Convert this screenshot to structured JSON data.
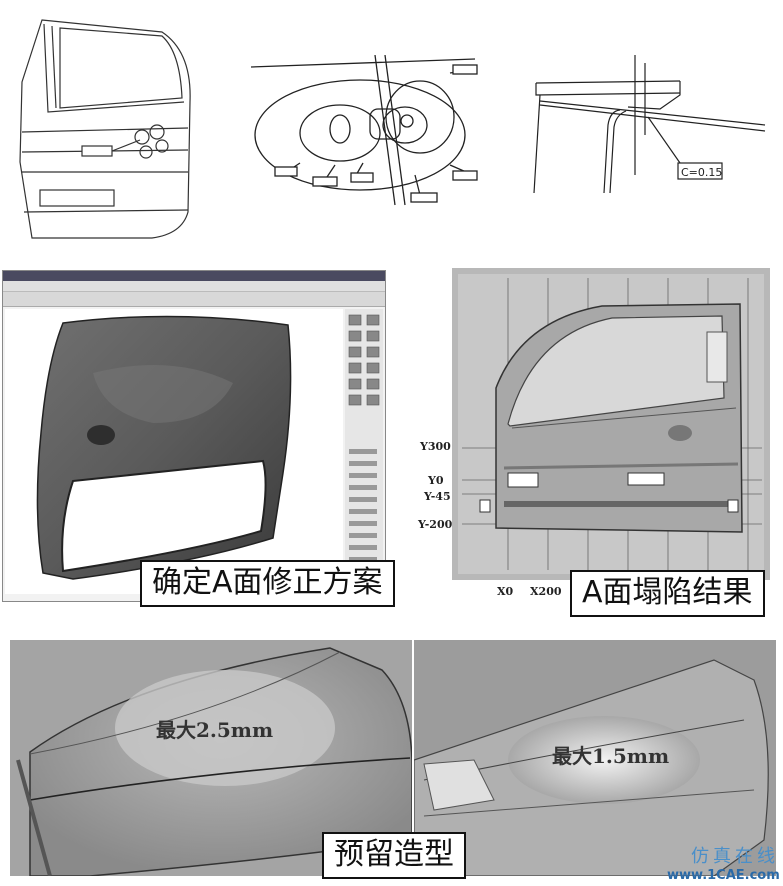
{
  "captions": {
    "a_surface_fix": "确定A面修正方案",
    "a_surface_collapse": "A面塌陷结果",
    "reserved_shape": "预留造型"
  },
  "section_callout": "C=0.15",
  "grid_labels": {
    "y300": "Y300",
    "y0": "Y0",
    "y_minus_45": "Y-45",
    "y_minus_200": "Y-200",
    "x0": "X0",
    "x200": "X200"
  },
  "max_left": "最大2.5mm",
  "max_right": "最大1.5mm",
  "logo": {
    "cn": "仿真在线",
    "en": "www.1CAE.com"
  }
}
